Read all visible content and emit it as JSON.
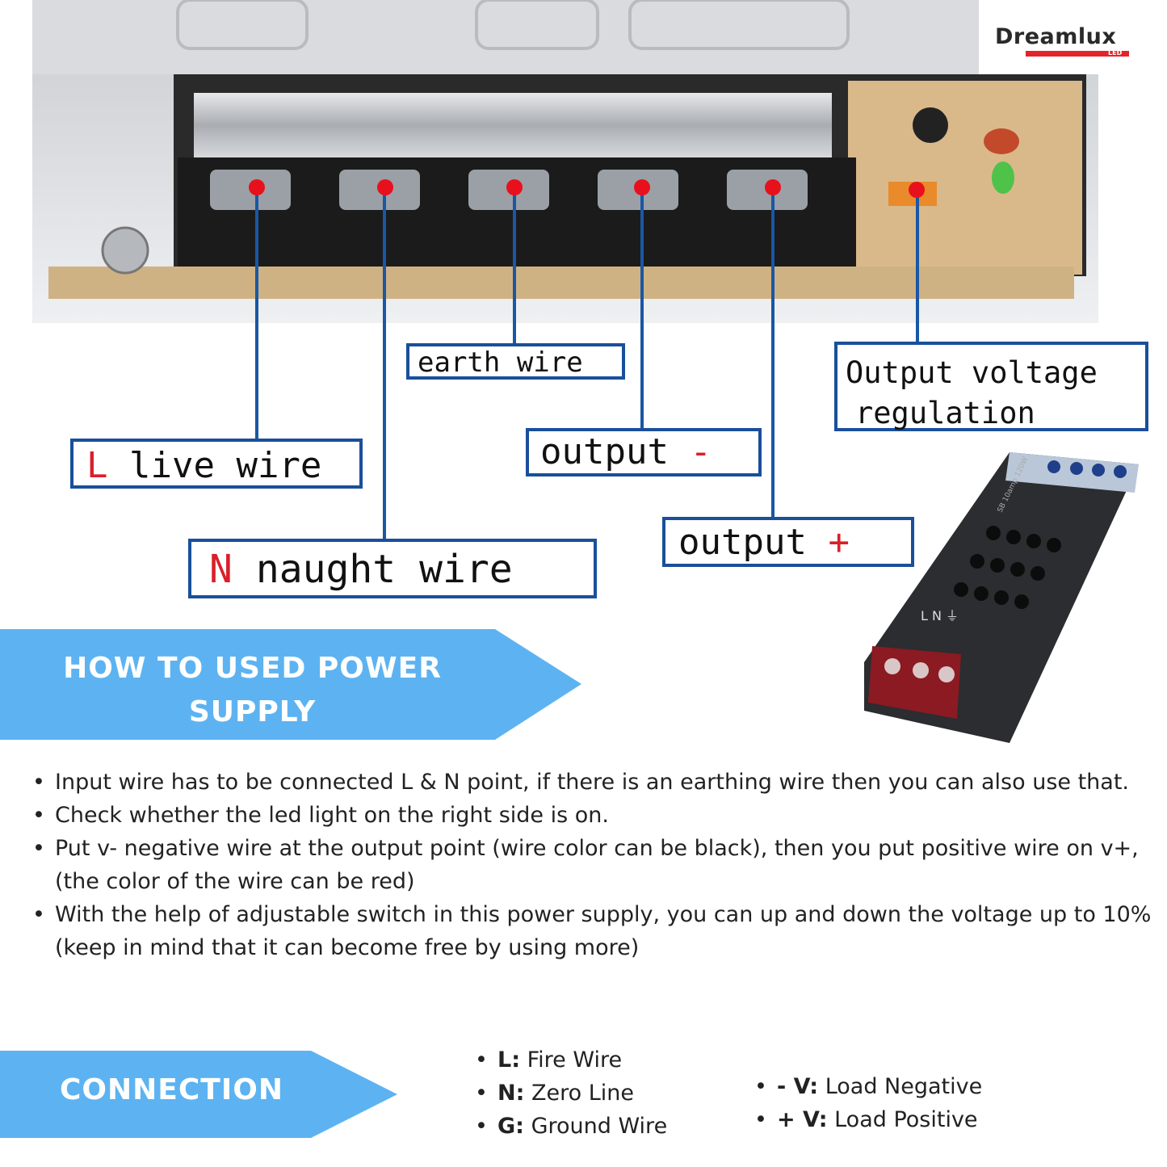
{
  "logo": {
    "brand": "Dreamlux",
    "sub": "LED"
  },
  "diagram": {
    "labels": {
      "live": {
        "letter": "L",
        "text": "live wire"
      },
      "naught": {
        "letter": "N",
        "text": "naught wire"
      },
      "earth": {
        "text": "earth wire"
      },
      "output_minus": {
        "text": "output",
        "sign": "-"
      },
      "output_plus": {
        "text": "output",
        "sign": "+"
      },
      "regulation": {
        "line1": "Output voltage",
        "line2": "regulation"
      }
    },
    "colors": {
      "dot": "#e8101c",
      "line": "#1a57a4",
      "box": "#1a4f9a"
    }
  },
  "product": {
    "model": "SB 10amp 120W",
    "terminals": [
      "L",
      "N",
      "⏚"
    ]
  },
  "how_to": {
    "title_line1": "HOW TO USED POWER",
    "title_line2": "SUPPLY",
    "bullets": [
      "Input wire has to be connected L & N point, if there is an earthing wire then you can also use that.",
      "Check whether the led light on the right side is on.",
      "Put v- negative wire at the output point (wire color can be black), then you put positive wire on v+, (the color of the wire can be red)",
      "With the help of adjustable switch in this power supply, you can up and down the voltage up to 10% (keep in mind that it can become free by using more)"
    ]
  },
  "connection": {
    "title": "CONNECTION",
    "left": [
      {
        "key": "L:",
        "value": "Fire Wire"
      },
      {
        "key": "N:",
        "value": "Zero Line"
      },
      {
        "key": "G:",
        "value": "Ground Wire"
      }
    ],
    "right": [
      {
        "key": "- V:",
        "value": "Load Negative"
      },
      {
        "key": "+ V:",
        "value": "Load Positive"
      }
    ]
  },
  "banner_color": "#5db3f1"
}
